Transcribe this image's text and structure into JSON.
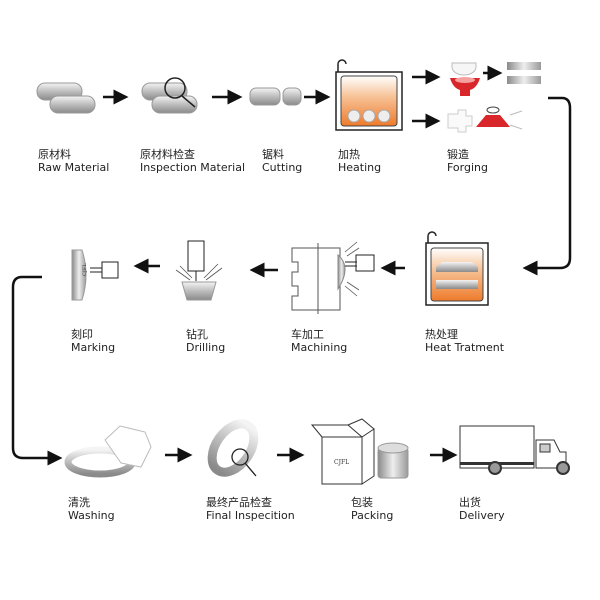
{
  "steps": [
    {
      "cn": "原材料",
      "en": "Raw Material"
    },
    {
      "cn": "原材料检查",
      "en": "Inspection Material"
    },
    {
      "cn": "锯料",
      "en": "Cutting"
    },
    {
      "cn": "加热",
      "en": "Heating"
    },
    {
      "cn": "锻造",
      "en": "Forging"
    },
    {
      "cn": "热处理",
      "en": "Heat Tratment"
    },
    {
      "cn": "车加工",
      "en": "Machining"
    },
    {
      "cn": "钻孔",
      "en": "Drilling"
    },
    {
      "cn": "刻印",
      "en": "Marking"
    },
    {
      "cn": "清洗",
      "en": "Washing"
    },
    {
      "cn": "最终产品检查",
      "en": "Final Inspecition"
    },
    {
      "cn": "包装",
      "en": "Packing"
    },
    {
      "cn": "出货",
      "en": "Delivery"
    }
  ],
  "stamp_text": "CJFL",
  "colors": {
    "heat": "#f08a3c",
    "forge_red": "#d8262a",
    "metal": "#c8c8c8",
    "line": "#111111"
  }
}
